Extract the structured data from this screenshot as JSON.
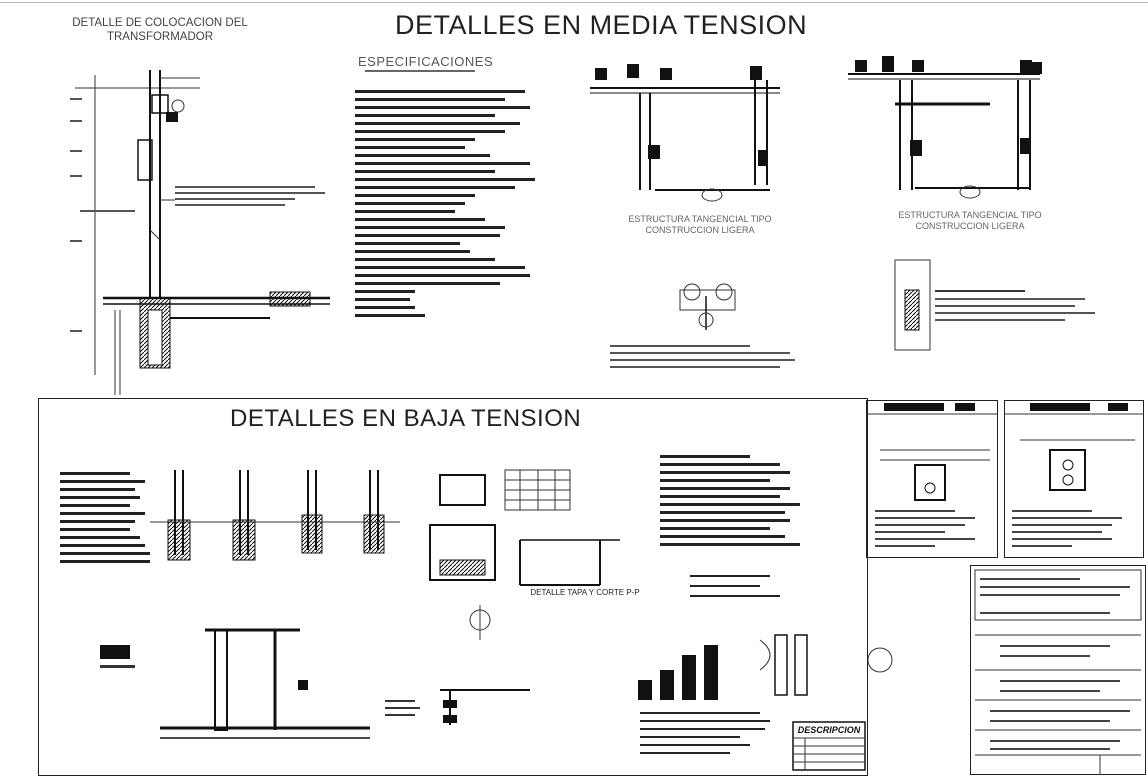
{
  "mv": {
    "title": "DETALLES EN MEDIA TENSION",
    "transformer_detail_title": "DETALLE DE COLOCACION DEL TRANSFORMADOR",
    "specs_title": "ESPECIFICACIONES",
    "tangencial_light_caption": "ESTRUCTURA TANGENCIAL TIPO CONSTRUCCION LIGERA",
    "tangencial_heavy_caption": "ESTRUCTURA TANGENCIAL TIPO CONSTRUCCION LIGERA"
  },
  "bt": {
    "title": "DETALLES EN BAJA TENSION",
    "corte_label": "DETALLE  TAPA Y CORTE  P-P",
    "descripcion_label": "DESCRIPCION"
  },
  "colors": {
    "ink": "#111111",
    "paper": "#ffffff",
    "gray": "#555555"
  }
}
